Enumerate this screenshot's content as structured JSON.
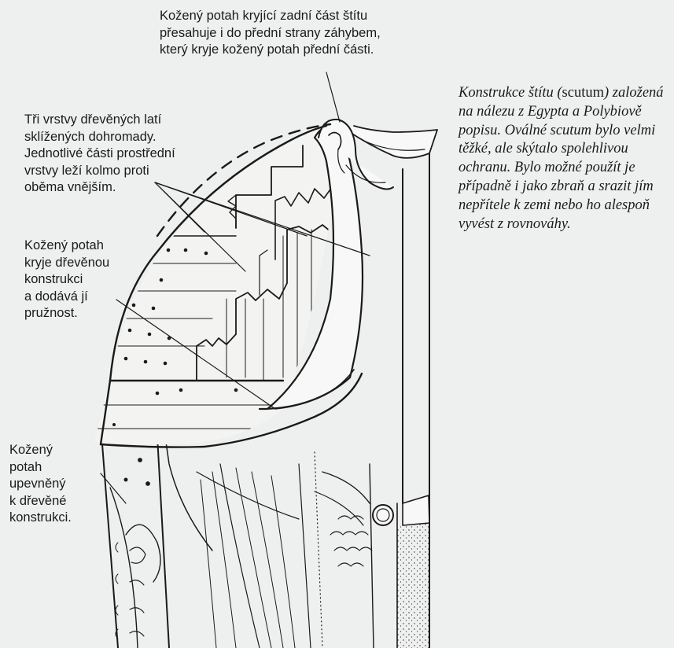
{
  "labels": {
    "top_back_leather": "Kožený potah kryjící zadní část štítu\npřesahuje i do přední strany záhybem,\nkterý kryje kožený potah přední části.",
    "three_layers": "Tři vrstvy dřevěných latí\nsklížených dohromady.\nJednotlivé části prostřední\nvrstvy leží kolmo proti\noběma vnějším.",
    "leather_cover": "Kožený potah\nkryje dřevěnou\nkonstrukci\na dodává jí\npružnost.",
    "leather_fixed": "Kožený\npotah\nupevněný\nk dřevěné\nkonstrukci."
  },
  "caption": {
    "part1": "Konstrukce štítu (",
    "term": "scutum",
    "part2": ") založená na nálezu z Egypta a Polybiově popisu. Oválné scutum bylo velmi těžké, ale skýtalo spolehlivou ochranu. Bylo možné použít je případně i jako zbraň a srazit jím nepřítele k zemi nebo ho alespoň vyvést z rovnováhy."
  },
  "colors": {
    "background": "#eef0ef",
    "ink": "#1a1a1a",
    "leather": "#f7f8f7",
    "wood": "#f3f4f2"
  }
}
